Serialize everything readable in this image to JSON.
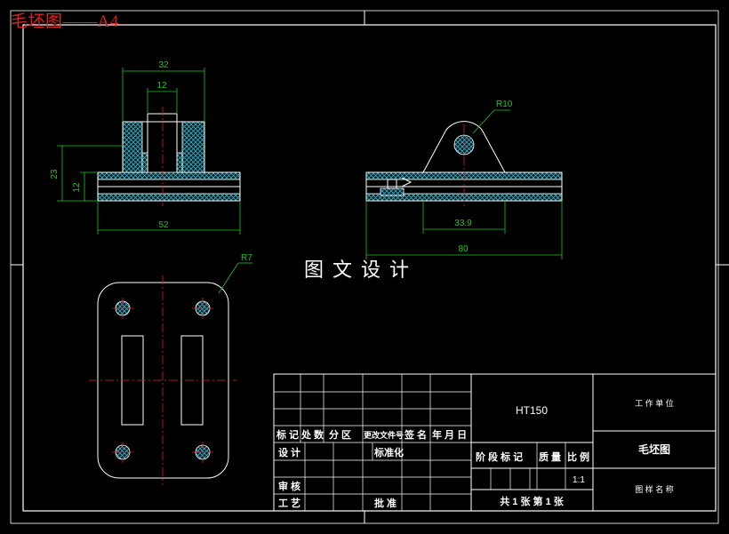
{
  "heading": "毛坯图——A4",
  "watermark": "图文设计",
  "colors": {
    "background": "#000000",
    "outline": "#ffffff",
    "dimension": "#19c819",
    "centerline": "#e02020",
    "heading": "#e02020",
    "hatch": "#3ab0c6"
  },
  "dimensions": {
    "d32": "32",
    "d12_top": "12",
    "d23": "23",
    "d12_side": "12",
    "d52": "52",
    "r10": "R10",
    "d33_9": "33.9",
    "d80": "80",
    "r7": "R7"
  },
  "title_block": {
    "material": "HT150",
    "company": "工 作 单 位",
    "drawing_name": "毛坯图",
    "drawing_no_label": "图 样 名 称",
    "scale_value": "1:1",
    "sheets": "共 1 张   第 1 张",
    "rev_headers": [
      "标 记",
      "处 数",
      "分   区",
      "更改文件号",
      "签 名",
      "年 月 日"
    ],
    "signoff": {
      "design": "设 计",
      "standard": "标准化",
      "review": "审 核",
      "process": "工 艺",
      "approve": "批 准"
    },
    "stage_headers": [
      "阶 段 标 记",
      "质 量",
      "比 例"
    ]
  }
}
